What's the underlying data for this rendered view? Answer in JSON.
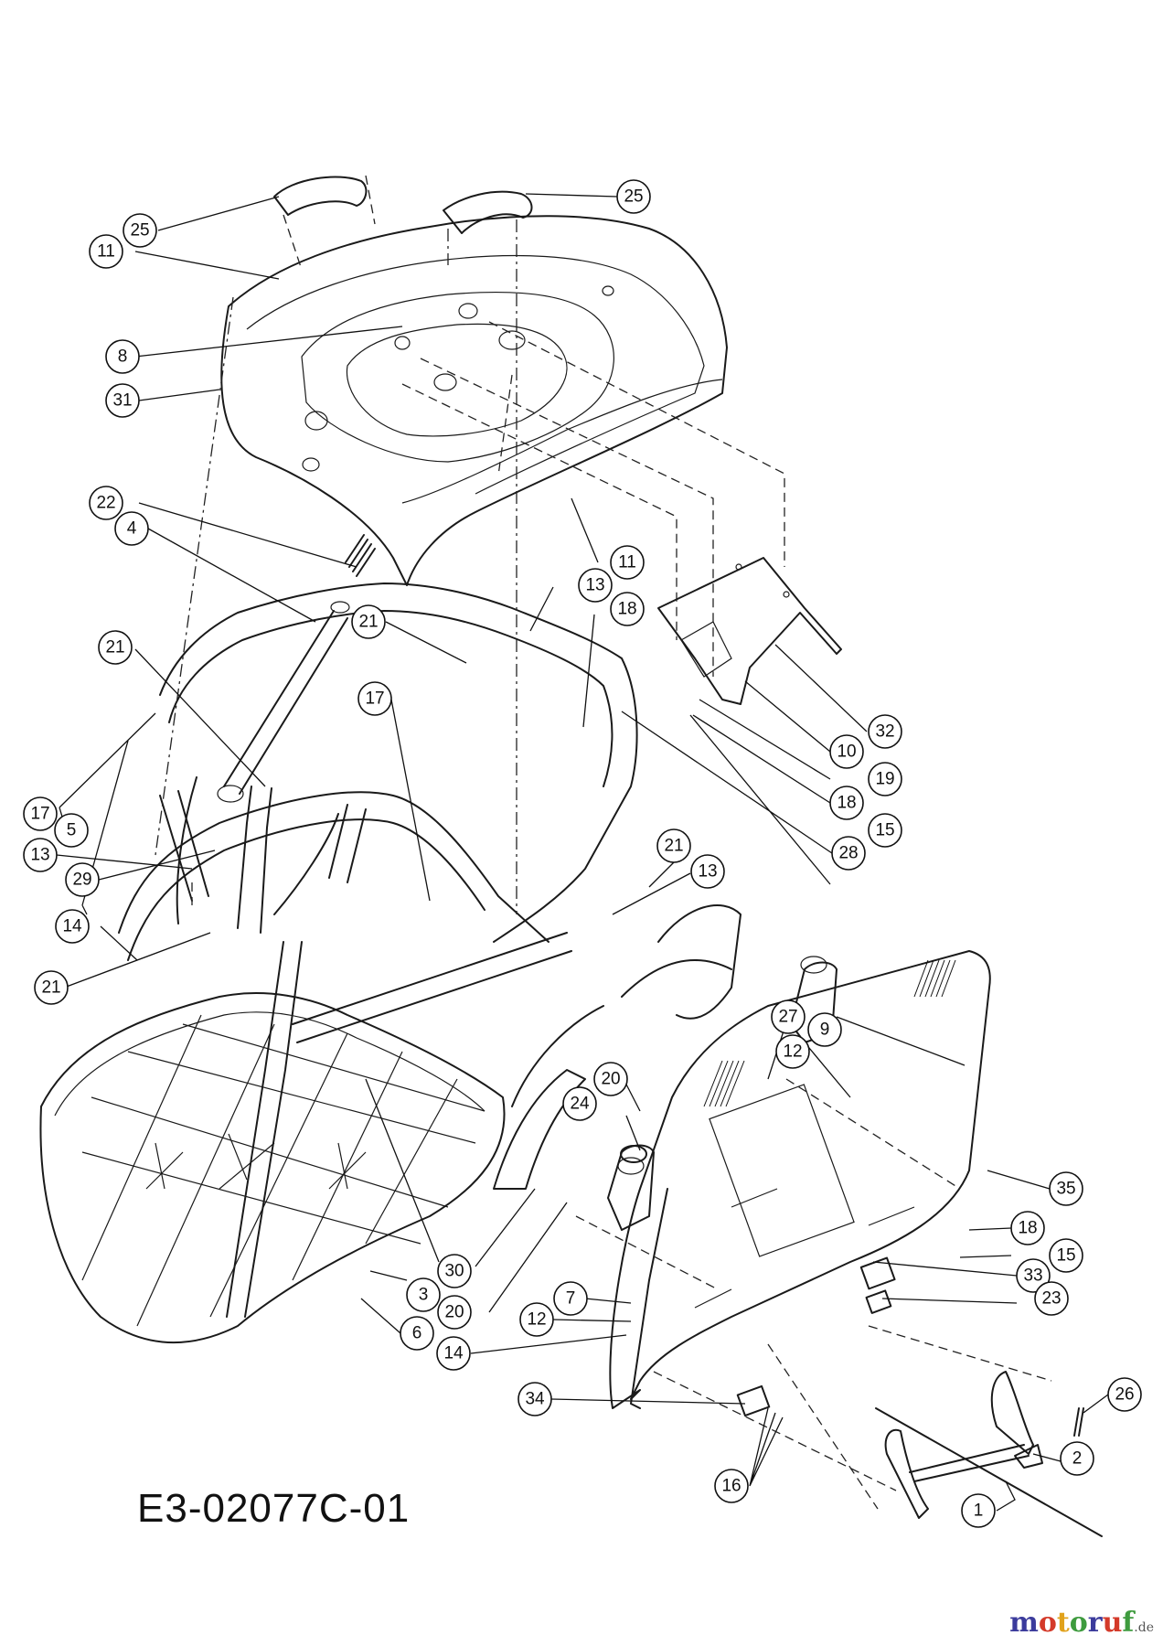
{
  "drawing": {
    "code": "E3-02077C-01"
  },
  "brand": {
    "letters": [
      "m",
      "o",
      "t",
      "o",
      "r",
      "u",
      "f"
    ],
    "letter_colors": [
      "#3b3b9c",
      "#d43a2a",
      "#e1a21c",
      "#3e9b3e",
      "#3b3b9c",
      "#d43a2a",
      "#3e9b3e"
    ],
    "suffix": ".de"
  },
  "callouts": [
    {
      "label": "25"
    },
    {
      "label": "25"
    },
    {
      "label": "11"
    },
    {
      "label": "8"
    },
    {
      "label": "31"
    },
    {
      "label": "22"
    },
    {
      "label": "4"
    },
    {
      "label": "11"
    },
    {
      "label": "13"
    },
    {
      "label": "18"
    },
    {
      "label": "21"
    },
    {
      "label": "21"
    },
    {
      "label": "17"
    },
    {
      "label": "32"
    },
    {
      "label": "10"
    },
    {
      "label": "19"
    },
    {
      "label": "18"
    },
    {
      "label": "15"
    },
    {
      "label": "28"
    },
    {
      "label": "17"
    },
    {
      "label": "5"
    },
    {
      "label": "13"
    },
    {
      "label": "29"
    },
    {
      "label": "21"
    },
    {
      "label": "13"
    },
    {
      "label": "14"
    },
    {
      "label": "21"
    },
    {
      "label": "27"
    },
    {
      "label": "9"
    },
    {
      "label": "12"
    },
    {
      "label": "20"
    },
    {
      "label": "24"
    },
    {
      "label": "35"
    },
    {
      "label": "18"
    },
    {
      "label": "15"
    },
    {
      "label": "30"
    },
    {
      "label": "3"
    },
    {
      "label": "20"
    },
    {
      "label": "6"
    },
    {
      "label": "7"
    },
    {
      "label": "12"
    },
    {
      "label": "14"
    },
    {
      "label": "33"
    },
    {
      "label": "23"
    },
    {
      "label": "26"
    },
    {
      "label": "34"
    },
    {
      "label": "2"
    },
    {
      "label": "16"
    },
    {
      "label": "1"
    }
  ]
}
